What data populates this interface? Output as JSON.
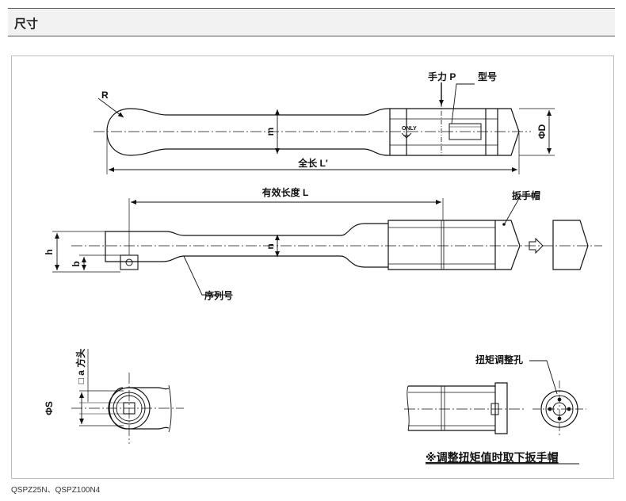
{
  "header": {
    "title": "尺寸"
  },
  "labels": {
    "radius": "R",
    "handle_width": "m",
    "total_length": "全长 L′",
    "force_point": "手力 P",
    "model_no": "型号",
    "head_diameter": "ΦD",
    "only_mark": "ONLY",
    "effective_length": "有效长度 L",
    "wrench_cap": "扳手帽",
    "height_h": "h",
    "height_b": "b",
    "width_n": "n",
    "serial_no": "序列号",
    "square_drive": "□ a 方头",
    "diameter_s": "ΦS",
    "adjust_hole": "扭矩调整孔",
    "note": "※调整扭矩值时取下扳手帽"
  },
  "footer": {
    "models": "QSPZ25N、QSPZ100N4"
  }
}
